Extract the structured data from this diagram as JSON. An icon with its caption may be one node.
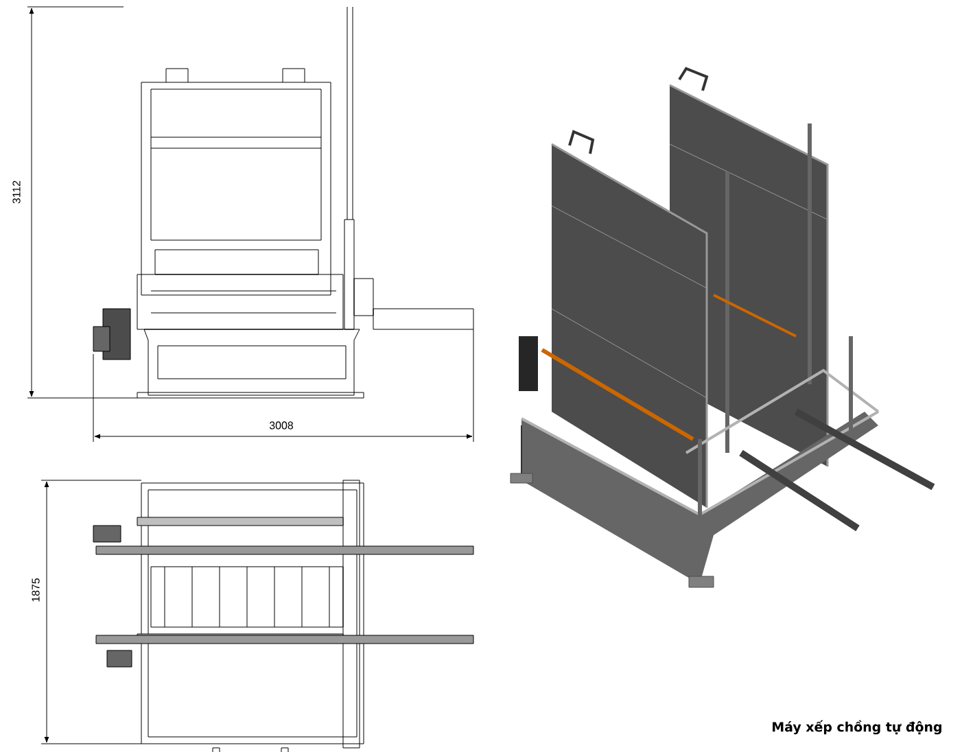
{
  "diagram": {
    "caption": "Máy xếp chồng tự động",
    "labels": [
      "3112",
      "3008",
      "1875"
    ]
  }
}
